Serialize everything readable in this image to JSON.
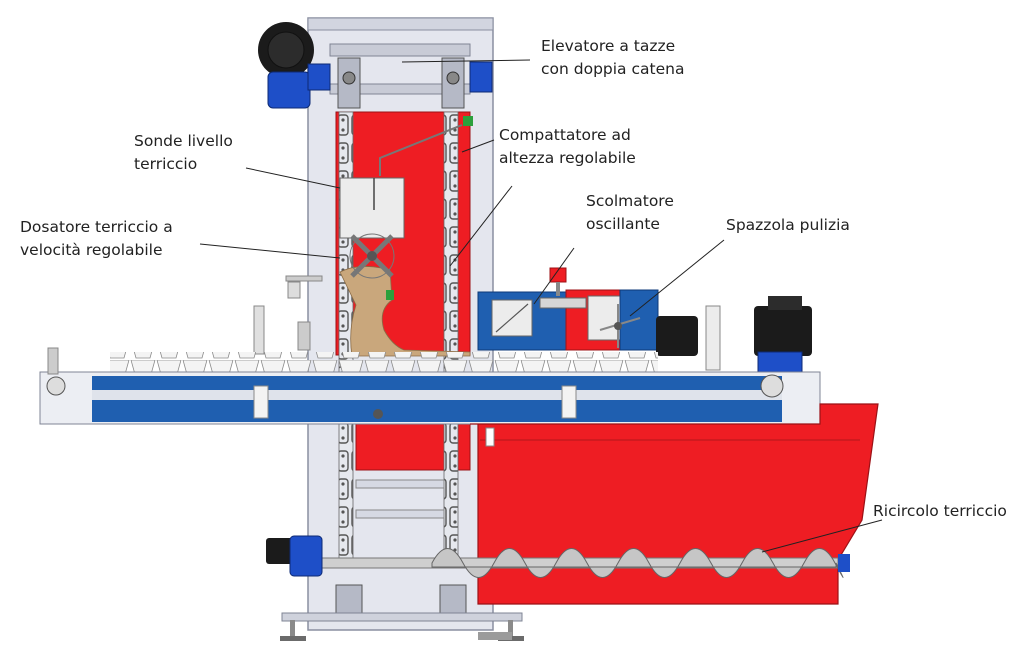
{
  "labels": {
    "elevatore": "Elevatore a tazze\ncon doppia catena",
    "sonde": "Sonde livello\nterriccio",
    "compattatore": "Compattatore ad\naltezza regolabile",
    "dosatore": "Dosatore terriccio a\nvelocità regolabile",
    "scolmatore": "Scolmatore\noscillante",
    "spazzola": "Spazzola pulizia",
    "ricircolo": "Ricircolo terriccio"
  },
  "colors": {
    "machine_red": "#ee1d23",
    "belt_blue": "#1f5fb0",
    "motor_blue": "#1e4fc8",
    "frame_grey": "#dfe2ea",
    "soil": "#c9a77c",
    "motor_black": "#1b1b1b"
  }
}
